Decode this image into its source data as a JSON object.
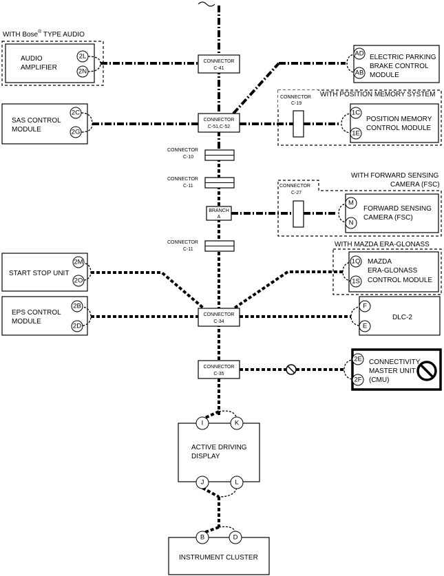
{
  "headers": {
    "bose": "WITH Bose",
    "bose_reg": "®",
    "bose_tail": " TYPE AUDIO",
    "position_memory": "WITH POSITION MEMORY SYSTEM",
    "fsc_line1": "WITH FORWARD SENSING",
    "fsc_line2": "CAMERA (FSC)",
    "era": "WITH MAZDA ERA-GLONASS"
  },
  "modules": {
    "audio": [
      "AUDIO",
      "AMPLIFIER"
    ],
    "epb": [
      "ELECTRIC PARKING",
      "BRAKE CONTROL",
      "MODULE"
    ],
    "sas": [
      "SAS CONTROL",
      "MODULE"
    ],
    "position_memory": [
      "POSITION MEMORY",
      "CONTROL MODULE"
    ],
    "fsc": [
      "FORWARD SENSING",
      "CAMERA (FSC)"
    ],
    "start_stop": "START STOP UNIT",
    "era": [
      "MAZDA",
      "ERA-GLONASS",
      "CONTROL MODULE"
    ],
    "eps": [
      "EPS CONTROL",
      "MODULE"
    ],
    "dlc": "DLC-2",
    "cmu": [
      "CONNECTIVITY",
      "MASTER UNIT",
      "(CMU)"
    ],
    "add": [
      "ACTIVE DRIVING",
      "DISPLAY"
    ],
    "cluster": "INSTRUMENT CLUSTER"
  },
  "pins": {
    "audio": [
      "2L",
      "2N"
    ],
    "epb": [
      "AD",
      "AB"
    ],
    "sas": [
      "2C",
      "2G"
    ],
    "position_memory": [
      "1C",
      "1E"
    ],
    "fsc": [
      "M",
      "N"
    ],
    "start_stop": [
      "2M",
      "2O"
    ],
    "era": [
      "1Q",
      "1S"
    ],
    "eps": [
      "2B",
      "2D"
    ],
    "dlc": [
      "F",
      "E"
    ],
    "cmu": [
      "2E",
      "2F"
    ],
    "add_top": [
      "I",
      "K"
    ],
    "add_bottom": [
      "J",
      "L"
    ],
    "cluster": [
      "B",
      "D"
    ]
  },
  "connectors": {
    "c41": [
      "CONNECTOR",
      "C-41"
    ],
    "c51": [
      "CONNECTOR",
      "C-51,C-52"
    ],
    "c10": [
      "CONNECTOR",
      "C-10"
    ],
    "c11a": [
      "CONNECTOR",
      "C-11"
    ],
    "branch": [
      "BRANCH",
      "A"
    ],
    "c11b": [
      "CONNECTOR",
      "C-11"
    ],
    "c34": [
      "CONNECTOR",
      "C-34"
    ],
    "c35": [
      "CONNECTOR",
      "C-35"
    ],
    "c19": [
      "CONNECTOR",
      "C-19"
    ],
    "c27": [
      "CONNECTOR",
      "C-27"
    ]
  }
}
